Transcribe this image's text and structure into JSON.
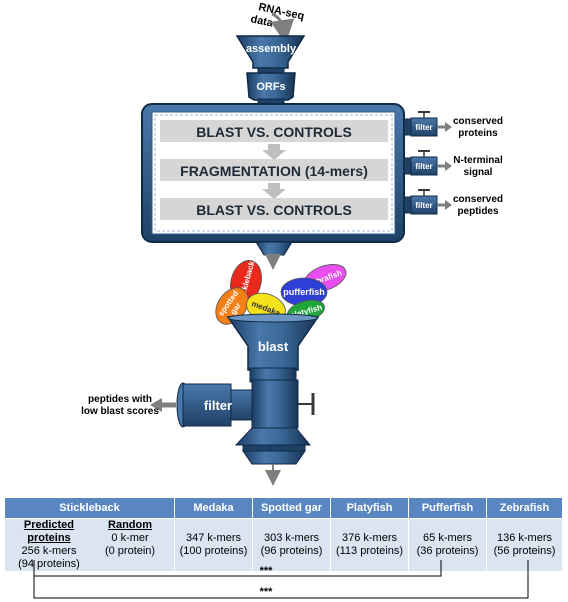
{
  "input_label": "RNA-seq data",
  "funnel_assembly": "assembly",
  "funnel_orfs": "ORFs",
  "steps": [
    "BLAST VS. CONTROLS",
    "FRAGMENTATION (14-mers)",
    "BLAST VS. CONTROLS"
  ],
  "filter_label": "filter",
  "side_outputs": [
    "conserved proteins",
    "N-terminal signal",
    "conserved peptides"
  ],
  "blobs": [
    "stickleback",
    "zebrafish",
    "pufferfish",
    "spotted gar",
    "medaka",
    "platyfish"
  ],
  "blast_label": "blast",
  "filter_big_label": "filter",
  "removed_output": "peptides with low blast scores",
  "table": {
    "headers": [
      "Stickleback",
      "Medaka",
      "Spotted gar",
      "Platyfish",
      "Pufferfish",
      "Zebrafish"
    ],
    "stickleback": {
      "predicted": {
        "title": "Predicted proteins",
        "kmers": "256 k-mers",
        "proteins": "(94 proteins)"
      },
      "random": {
        "title": "Random",
        "kmers": "0 k-mer",
        "proteins": "(0 protein)"
      }
    },
    "cells": [
      {
        "kmers": "347 k-mers",
        "proteins": "(100 proteins)"
      },
      {
        "kmers": "303 k-mers",
        "proteins": "(96 proteins)"
      },
      {
        "kmers": "376 k-mers",
        "proteins": "(113 proteins)"
      },
      {
        "kmers": "65 k-mers",
        "proteins": "(36 proteins)"
      },
      {
        "kmers": "136 k-mers",
        "proteins": "(56 proteins)"
      }
    ]
  },
  "significance": [
    "***",
    "***"
  ],
  "colors": {
    "machine_fill": "#2e5d8f",
    "machine_dark": "#1f4166",
    "panel_fill": "#d6d6d6",
    "table_header": "#5a87c2",
    "table_cell": "#dbe4f1",
    "blob_stickleback": "#e8291c",
    "blob_zebrafish": "#e94ff0",
    "blob_pufferfish": "#2e3fd6",
    "blob_spotted_gar": "#f57f17",
    "blob_medaka": "#f5e21a",
    "blob_platyfish": "#1fa53a"
  }
}
